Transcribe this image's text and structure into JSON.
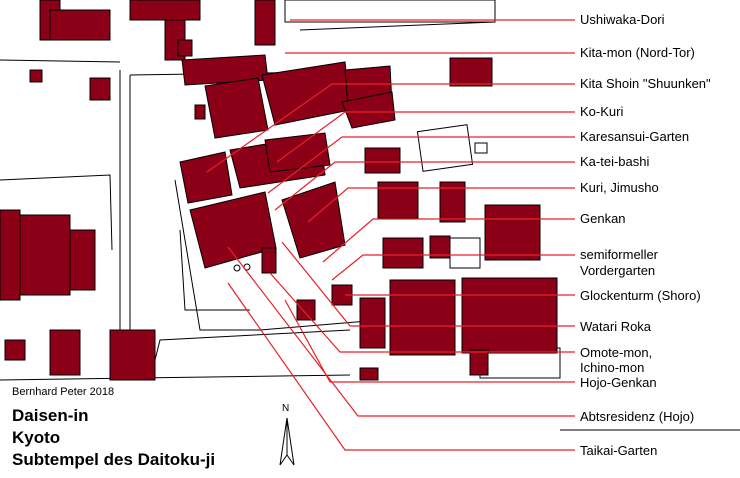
{
  "labels": {
    "ushiwaka_dori": "Ushiwaka-Dori",
    "kita_mon": "Kita-mon (Nord-Tor)",
    "kita_shoin": "Kita Shoin \"Shuunken\"",
    "ko_kuri": "Ko-Kuri",
    "karesansui": "Karesansui-Garten",
    "ka_tei_bashi": "Ka-tei-bashi",
    "kuri": "Kuri, Jimusho",
    "genkan": "Genkan",
    "semiformeller_1": "semiformeller",
    "semiformeller_2": "Vordergarten",
    "glockenturm": "Glockenturm (Shoro)",
    "watari_roka": "Watari Roka",
    "omote_mon_1": "Omote-mon,",
    "omote_mon_2": "Ichino-mon",
    "hojo_genkan": "Hojo-Genkan",
    "abtsresidenz": "Abtsresidenz (Hojo)",
    "taikai_garten": "Taikai-Garten"
  },
  "credit": "Bernhard Peter 2018",
  "title": {
    "line1": "Daisen-in",
    "line2": "Kyoto",
    "line3": "Subtempel des Daitoku-ji"
  },
  "north_label": "N",
  "colors": {
    "building": "#8b0016",
    "leader": "#e8202a"
  }
}
